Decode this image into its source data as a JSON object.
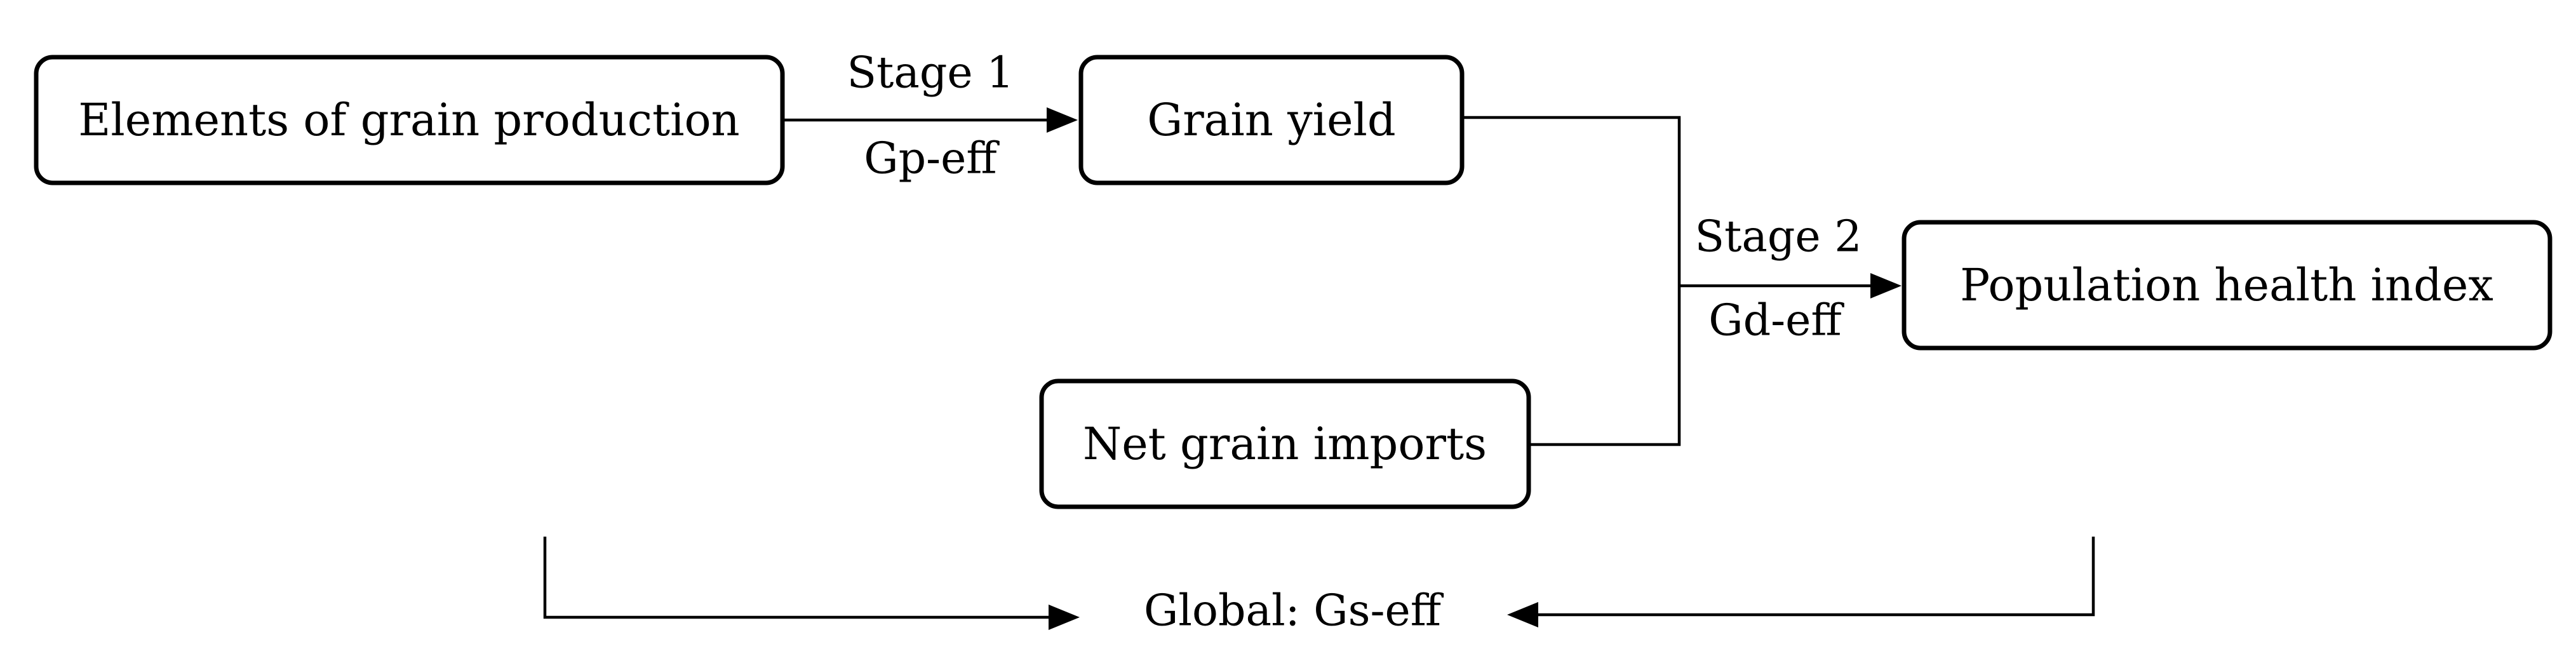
{
  "nodes": {
    "elements": "Elements of grain production",
    "yield": "Grain yield",
    "imports": "Net grain imports",
    "health": "Population health index"
  },
  "stages": {
    "stage1": {
      "name": "Stage 1",
      "metric": "Gp-eff"
    },
    "stage2": {
      "name": "Stage 2",
      "metric": "Gd-eff"
    }
  },
  "global": {
    "label": "Global: Gs-eff"
  }
}
